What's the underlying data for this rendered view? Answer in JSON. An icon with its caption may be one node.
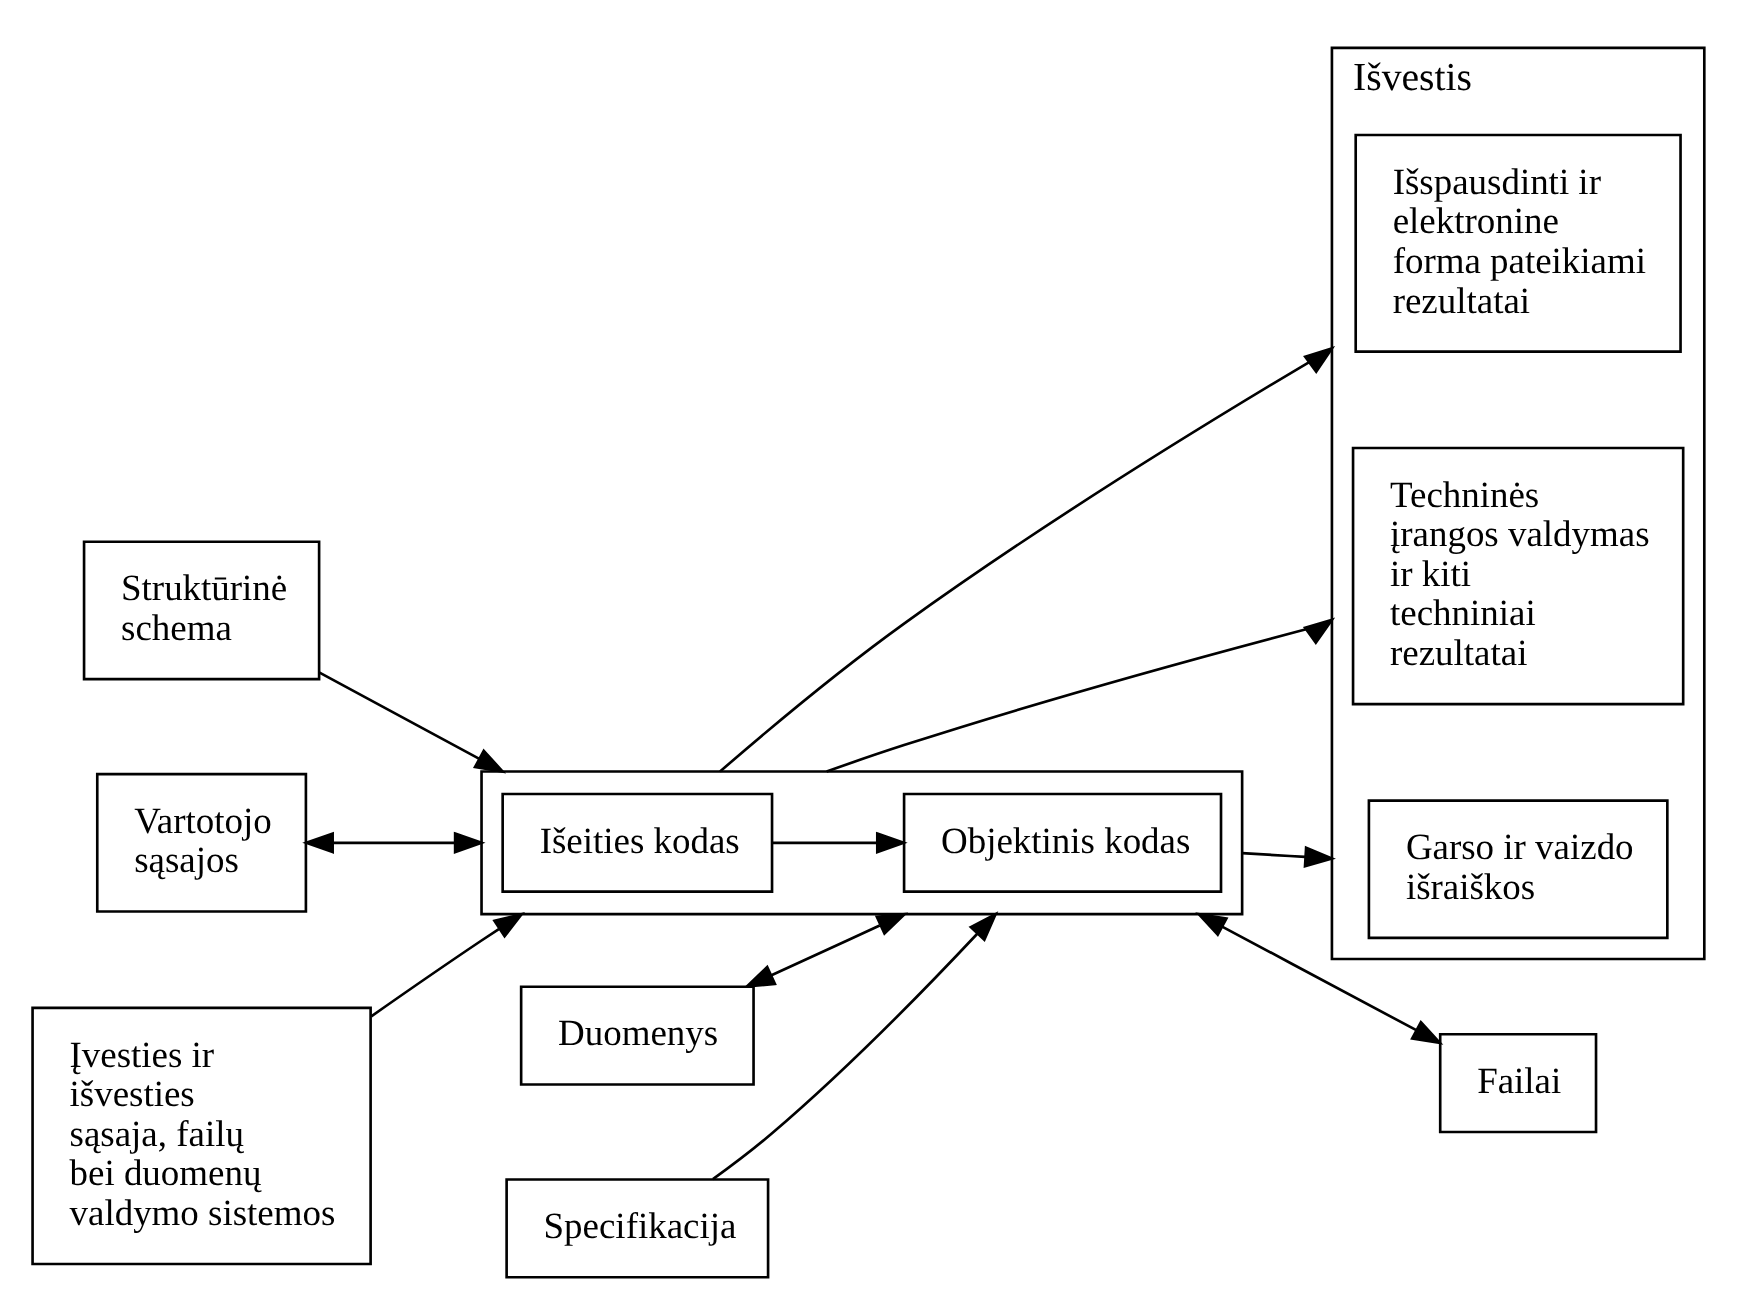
{
  "diagram": {
    "nodes": [
      {
        "text": [
          "Struktūrinė schema"
        ]
      },
      {
        "text": [
          "Duomenys"
        ]
      },
      {
        "text": [
          "Vartotojo sąsajos"
        ]
      },
      {
        "text": [
          "Išvestis"
        ]
      },
      {
        "text": [
          "Išspausdinti ir elektronine forma pateikiami rezultatai"
        ],
        "in": 3
      },
      {
        "text": [
          "Specifikacija"
        ]
      },
      {
        "text": [],
        "shape": "box"
      },
      {
        "text": [
          "Išeities kodas"
        ],
        "in": 6
      },
      {
        "text": [
          "Objektinis kodas"
        ],
        "in": 6
      },
      {
        "text": [
          "Garso ir vaizdo išraiškos"
        ],
        "in": 3
      },
      {
        "text": [
          "Įvesties ir išvesties sąsaja, failų bei duomenų valdymo sistemos"
        ]
      },
      {
        "text": [
          "Failai"
        ]
      },
      {
        "text": [
          "Techninės įrangos valdymas ir kiti techniniai rezultatai"
        ],
        "in": 3
      }
    ],
    "edges": [
      {
        "from": 0,
        "to": 6,
        "arrow": "to"
      },
      {
        "from": 1,
        "to": 6,
        "arrow": "both"
      },
      {
        "from": 2,
        "to": 6,
        "arrow": "both"
      },
      {
        "from": 5,
        "to": 6,
        "arrow": "to"
      },
      {
        "from": 7,
        "to": 8,
        "arrow": "to"
      },
      {
        "from": 10,
        "to": 6,
        "arrow": "to"
      },
      {
        "from": 6,
        "to": 11,
        "arrow": "both"
      },
      {
        "from": 6,
        "to": 3,
        "arrow": "to"
      },
      {
        "from": 6,
        "to": 3,
        "arrow": "to"
      },
      {
        "from": 6,
        "to": 3,
        "arrow": "to"
      }
    ]
  }
}
